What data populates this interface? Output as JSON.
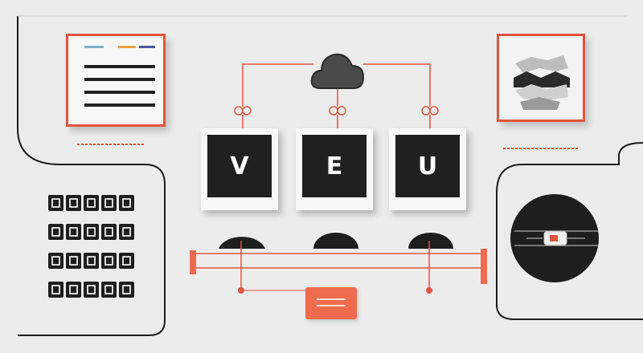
{
  "frames": [
    {
      "letter": "V"
    },
    {
      "letter": "E"
    },
    {
      "letter": "U"
    }
  ],
  "colors": {
    "accent": "#e0553b",
    "dark": "#202020",
    "background": "#ececec"
  },
  "icons": {
    "cloud": "cloud-icon",
    "toggle": "toggle-icon"
  }
}
